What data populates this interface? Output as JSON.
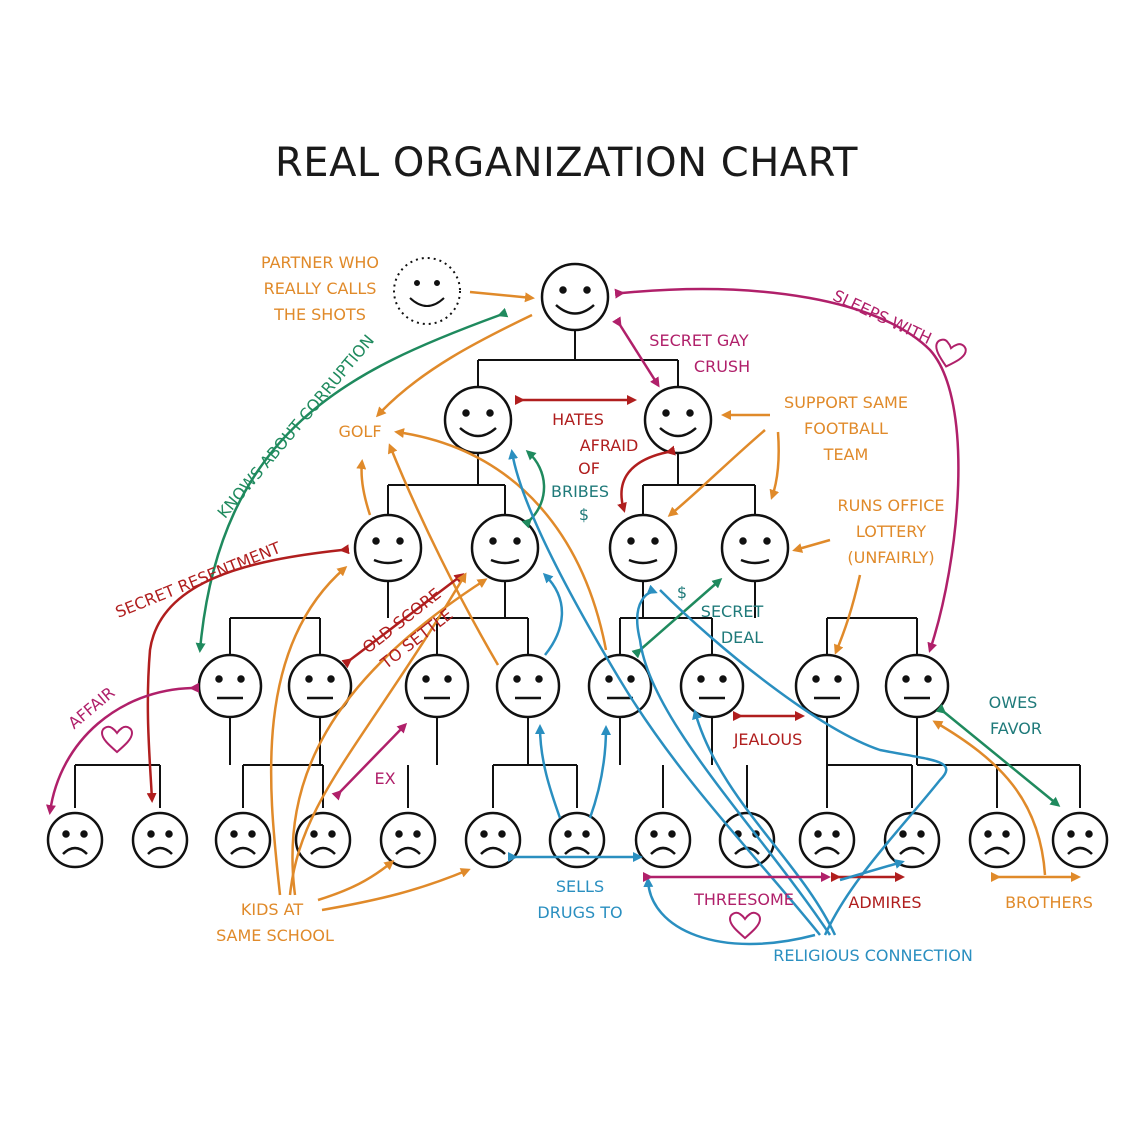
{
  "title": "REAL ORGANIZATION CHART",
  "colors": {
    "line": "#111111",
    "orange": "#e08a2a",
    "red": "#b01e1e",
    "magenta": "#b0206a",
    "green": "#1f8a5e",
    "blue": "#2a8fc0",
    "teal": "#1f7a7a",
    "heart": "#b0206a"
  },
  "labels": {
    "partner": [
      "PARTNER WHO",
      "REALLY CALLS",
      "THE SHOTS"
    ],
    "sleeps_with": "SLEEPS WITH",
    "secret_gay": [
      "SECRET GAY",
      "CRUSH"
    ],
    "knows_corruption": "KNOWS ABOUT CORRUPTION",
    "hates": "HATES",
    "support_team": [
      "SUPPORT SAME",
      "FOOTBALL",
      "TEAM"
    ],
    "golf": "GOLF",
    "afraid_bribes": [
      "AFRAID",
      "OF",
      "BRIBES"
    ],
    "dollar": "$",
    "runs_lottery": [
      "RUNS OFFICE",
      "LOTTERY",
      "(UNFAIRLY)"
    ],
    "secret_resentment": "SECRET RESENTMENT",
    "old_score": [
      "OLD SCORE",
      "TO SETTLE"
    ],
    "secret_deal": [
      "SECRET",
      "DEAL"
    ],
    "owes_favor": [
      "OWES",
      "FAVOR"
    ],
    "affair": "AFFAIR",
    "jealous": "JEALOUS",
    "ex": "EX",
    "kids_school": [
      "KIDS AT",
      "SAME SCHOOL"
    ],
    "sells_drugs": [
      "SELLS",
      "DRUGS TO"
    ],
    "threesome": "THREESOME",
    "admires": "ADMIRES",
    "brothers": "BROTHERS",
    "religious": "RELIGIOUS CONNECTION"
  }
}
